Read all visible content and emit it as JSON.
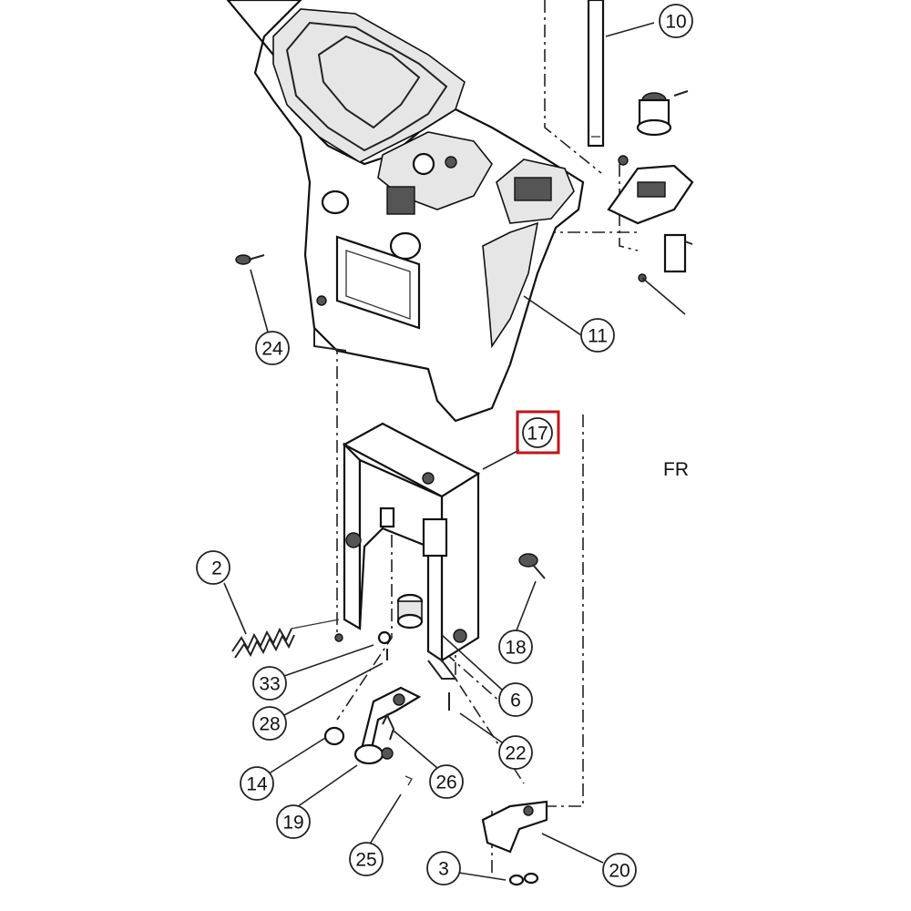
{
  "callouts": [
    {
      "id": "c10",
      "label": "10"
    },
    {
      "id": "c11",
      "label": "11"
    },
    {
      "id": "c24",
      "label": "24"
    },
    {
      "id": "c17",
      "label": "17"
    },
    {
      "id": "c2",
      "label": "2"
    },
    {
      "id": "c18",
      "label": "18"
    },
    {
      "id": "c33",
      "label": "33"
    },
    {
      "id": "c6",
      "label": "6"
    },
    {
      "id": "c28",
      "label": "28"
    },
    {
      "id": "c22",
      "label": "22"
    },
    {
      "id": "c14",
      "label": "14"
    },
    {
      "id": "c26",
      "label": "26"
    },
    {
      "id": "c19",
      "label": "19"
    },
    {
      "id": "c25",
      "label": "25"
    },
    {
      "id": "c3",
      "label": "3"
    },
    {
      "id": "c20",
      "label": "20"
    }
  ],
  "edge_text": "FR",
  "highlight": {
    "target": "17",
    "color": "#c0141c"
  }
}
